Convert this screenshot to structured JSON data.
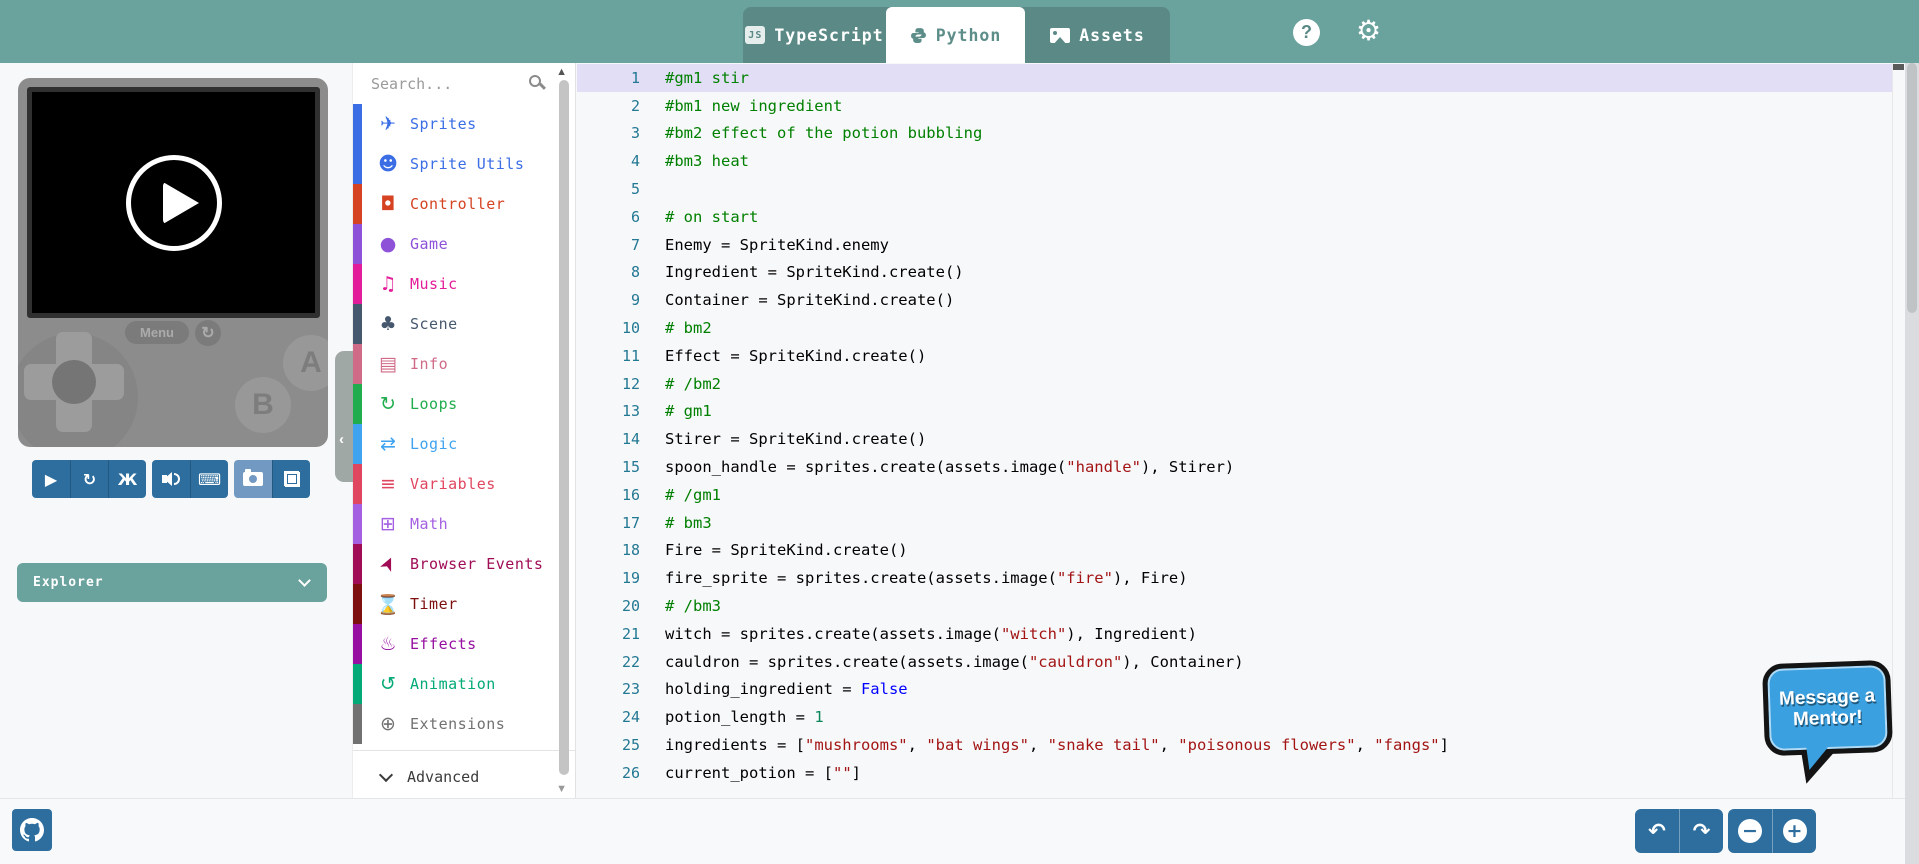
{
  "header": {
    "tabs": [
      {
        "label": "TypeScript",
        "icon": "js-icon",
        "active": false
      },
      {
        "label": "Python",
        "icon": "python-icon",
        "active": true
      },
      {
        "label": "Assets",
        "icon": "image-icon",
        "active": false
      }
    ],
    "help_label": "?"
  },
  "simulator": {
    "menu_label": "Menu",
    "a_label": "A",
    "b_label": "B",
    "toolbar_groups": [
      [
        {
          "name": "play-button",
          "icon": "play-icon",
          "glyph": "▶",
          "active": false
        },
        {
          "name": "restart-button",
          "icon": "restart-icon",
          "glyph": "↻",
          "active": false
        },
        {
          "name": "debug-button",
          "icon": "bug-icon",
          "glyph": "Ж",
          "active": false
        }
      ],
      [
        {
          "name": "sound-button",
          "icon": "speaker-icon",
          "glyph": "css-sound",
          "active": false
        },
        {
          "name": "keyboard-button",
          "icon": "keyboard-icon",
          "glyph": "⌨",
          "active": false
        }
      ],
      [
        {
          "name": "screenshot-button",
          "icon": "camera-icon",
          "glyph": "css-camera",
          "active": true
        },
        {
          "name": "fullscreen-button",
          "icon": "fullscreen-icon",
          "glyph": "css-fullscreen",
          "active": false
        }
      ]
    ],
    "explorer_label": "Explorer"
  },
  "toolbox": {
    "search_placeholder": "Search...",
    "categories": [
      {
        "label": "Sprites",
        "color": "#3B6EE5",
        "icon": "paper-plane-icon",
        "glyph": "✈"
      },
      {
        "label": "Sprite Utils",
        "color": "#3B6EE5",
        "icon": "user-icon",
        "glyph": "☻"
      },
      {
        "label": "Controller",
        "color": "#D54322",
        "icon": "gamepad-icon",
        "glyph": "◘"
      },
      {
        "label": "Game",
        "color": "#8E52D8",
        "icon": "circle-icon",
        "glyph": "●"
      },
      {
        "label": "Music",
        "color": "#E31C99",
        "icon": "headphones-icon",
        "glyph": "♫"
      },
      {
        "label": "Scene",
        "color": "#46586E",
        "icon": "tree-icon",
        "glyph": "♣"
      },
      {
        "label": "Info",
        "color": "#CF6A87",
        "icon": "id-card-icon",
        "glyph": "▤"
      },
      {
        "label": "Loops",
        "color": "#21AD4D",
        "icon": "rotate-icon",
        "glyph": "↻"
      },
      {
        "label": "Logic",
        "color": "#3FA3EF",
        "icon": "shuffle-icon",
        "glyph": "⇄"
      },
      {
        "label": "Variables",
        "color": "#E14660",
        "icon": "lines-icon",
        "glyph": "≡"
      },
      {
        "label": "Math",
        "color": "#A55FE1",
        "icon": "calculator-icon",
        "glyph": "⊞"
      },
      {
        "label": "Browser Events",
        "color": "#A00D56",
        "icon": "cursor-icon",
        "glyph": "➤"
      },
      {
        "label": "Timer",
        "color": "#7D0F0F",
        "icon": "hourglass-icon",
        "glyph": "⌛"
      },
      {
        "label": "Effects",
        "color": "#960FA0",
        "icon": "flame-icon",
        "glyph": "♨"
      },
      {
        "label": "Animation",
        "color": "#03AA77",
        "icon": "sync-icon",
        "glyph": "↺"
      },
      {
        "label": "Extensions",
        "color": "#717171",
        "icon": "plus-circle-icon",
        "glyph": "⊕"
      }
    ],
    "advanced_label": "Advanced"
  },
  "editor": {
    "token_colors": {
      "comment": "#008000",
      "plain": "#000000",
      "string": "#A31515",
      "keyword": "#0000FF",
      "number": "#098658"
    },
    "current_line": 1,
    "lines": [
      {
        "n": 1,
        "current": true,
        "parts": [
          [
            "c",
            "#gm1 stir"
          ]
        ]
      },
      {
        "n": 2,
        "parts": [
          [
            "c",
            "#bm1 new ingredient"
          ]
        ]
      },
      {
        "n": 3,
        "parts": [
          [
            "c",
            "#bm2 effect of the potion bubbling"
          ]
        ]
      },
      {
        "n": 4,
        "parts": [
          [
            "c",
            "#bm3 heat"
          ]
        ]
      },
      {
        "n": 5,
        "parts": []
      },
      {
        "n": 6,
        "parts": [
          [
            "c",
            "# on start"
          ]
        ]
      },
      {
        "n": 7,
        "parts": [
          [
            "p",
            "Enemy = SpriteKind.enemy"
          ]
        ]
      },
      {
        "n": 8,
        "parts": [
          [
            "p",
            "Ingredient = SpriteKind.create()"
          ]
        ]
      },
      {
        "n": 9,
        "parts": [
          [
            "p",
            "Container = SpriteKind.create()"
          ]
        ]
      },
      {
        "n": 10,
        "parts": [
          [
            "c",
            "# bm2"
          ]
        ]
      },
      {
        "n": 11,
        "parts": [
          [
            "p",
            "Effect = SpriteKind.create()"
          ]
        ]
      },
      {
        "n": 12,
        "parts": [
          [
            "c",
            "# /bm2"
          ]
        ]
      },
      {
        "n": 13,
        "parts": [
          [
            "c",
            "# gm1"
          ]
        ]
      },
      {
        "n": 14,
        "parts": [
          [
            "p",
            "Stirer = SpriteKind.create()"
          ]
        ]
      },
      {
        "n": 15,
        "parts": [
          [
            "p",
            "spoon_handle = sprites.create(assets.image("
          ],
          [
            "s",
            "\"handle\""
          ],
          [
            "p",
            "), Stirer)"
          ]
        ]
      },
      {
        "n": 16,
        "parts": [
          [
            "c",
            "# /gm1"
          ]
        ]
      },
      {
        "n": 17,
        "parts": [
          [
            "c",
            "# bm3"
          ]
        ]
      },
      {
        "n": 18,
        "parts": [
          [
            "p",
            "Fire = SpriteKind.create()"
          ]
        ]
      },
      {
        "n": 19,
        "parts": [
          [
            "p",
            "fire_sprite = sprites.create(assets.image("
          ],
          [
            "s",
            "\"fire\""
          ],
          [
            "p",
            "), Fire)"
          ]
        ]
      },
      {
        "n": 20,
        "parts": [
          [
            "c",
            "# /bm3"
          ]
        ]
      },
      {
        "n": 21,
        "parts": [
          [
            "p",
            "witch = sprites.create(assets.image("
          ],
          [
            "s",
            "\"witch\""
          ],
          [
            "p",
            "), Ingredient)"
          ]
        ]
      },
      {
        "n": 22,
        "parts": [
          [
            "p",
            "cauldron = sprites.create(assets.image("
          ],
          [
            "s",
            "\"cauldron\""
          ],
          [
            "p",
            "), Container)"
          ]
        ]
      },
      {
        "n": 23,
        "parts": [
          [
            "p",
            "holding_ingredient = "
          ],
          [
            "k",
            "False"
          ]
        ]
      },
      {
        "n": 24,
        "parts": [
          [
            "p",
            "potion_length = "
          ],
          [
            "n",
            "1"
          ]
        ]
      },
      {
        "n": 25,
        "parts": [
          [
            "p",
            "ingredients = ["
          ],
          [
            "s",
            "\"mushrooms\""
          ],
          [
            "p",
            ", "
          ],
          [
            "s",
            "\"bat wings\""
          ],
          [
            "p",
            ", "
          ],
          [
            "s",
            "\"snake tail\""
          ],
          [
            "p",
            ", "
          ],
          [
            "s",
            "\"poisonous flowers\""
          ],
          [
            "p",
            ", "
          ],
          [
            "s",
            "\"fangs\""
          ],
          [
            "p",
            "]"
          ]
        ]
      },
      {
        "n": 26,
        "parts": [
          [
            "p",
            "current_potion = ["
          ],
          [
            "s",
            "\"\""
          ],
          [
            "p",
            "]"
          ]
        ]
      }
    ]
  },
  "footer": {
    "undo_glyph": "↶",
    "redo_glyph": "↷",
    "zoom_out_glyph": "−",
    "zoom_in_glyph": "+"
  },
  "mentor": {
    "line1": "Message a",
    "line2": "Mentor!"
  },
  "colors": {
    "header_teal": "#6AA29D",
    "tab_group_teal": "#5B8A86",
    "button_blue": "#2D6E9E",
    "button_blue_active": "#7299C2",
    "editor_line_highlight": "#E1DEF6",
    "line_number": "#237893",
    "mentor_blue": "#3BA0E0"
  }
}
